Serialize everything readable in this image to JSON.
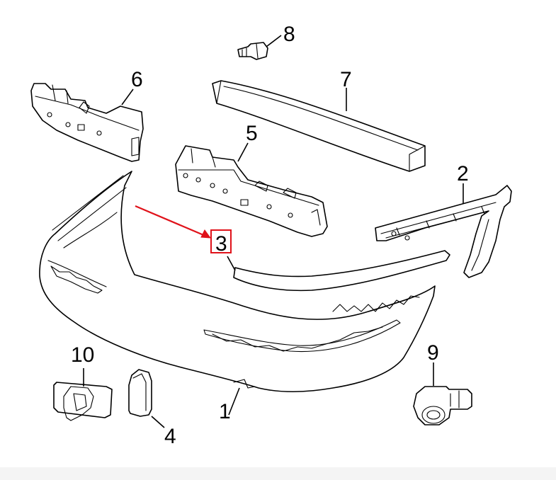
{
  "diagram": {
    "callouts": [
      {
        "id": "1",
        "label": "1",
        "part": "bumper-cover"
      },
      {
        "id": "2",
        "label": "2",
        "part": "bumper-guide"
      },
      {
        "id": "3",
        "label": "3",
        "part": "molding-strip"
      },
      {
        "id": "4",
        "label": "4",
        "part": "end-cap"
      },
      {
        "id": "5",
        "label": "5",
        "part": "center-bracket"
      },
      {
        "id": "6",
        "label": "6",
        "part": "side-bracket"
      },
      {
        "id": "7",
        "label": "7",
        "part": "reinforcement-bar"
      },
      {
        "id": "8",
        "label": "8",
        "part": "bolt"
      },
      {
        "id": "9",
        "label": "9",
        "part": "parking-sensor"
      },
      {
        "id": "10",
        "label": "10",
        "part": "sensor-retainer"
      }
    ],
    "highlighted_callout": "3",
    "colors": {
      "highlight": "#e0121a",
      "line": "#000000",
      "background": "#ffffff",
      "footer": "#f4f4f4"
    }
  }
}
